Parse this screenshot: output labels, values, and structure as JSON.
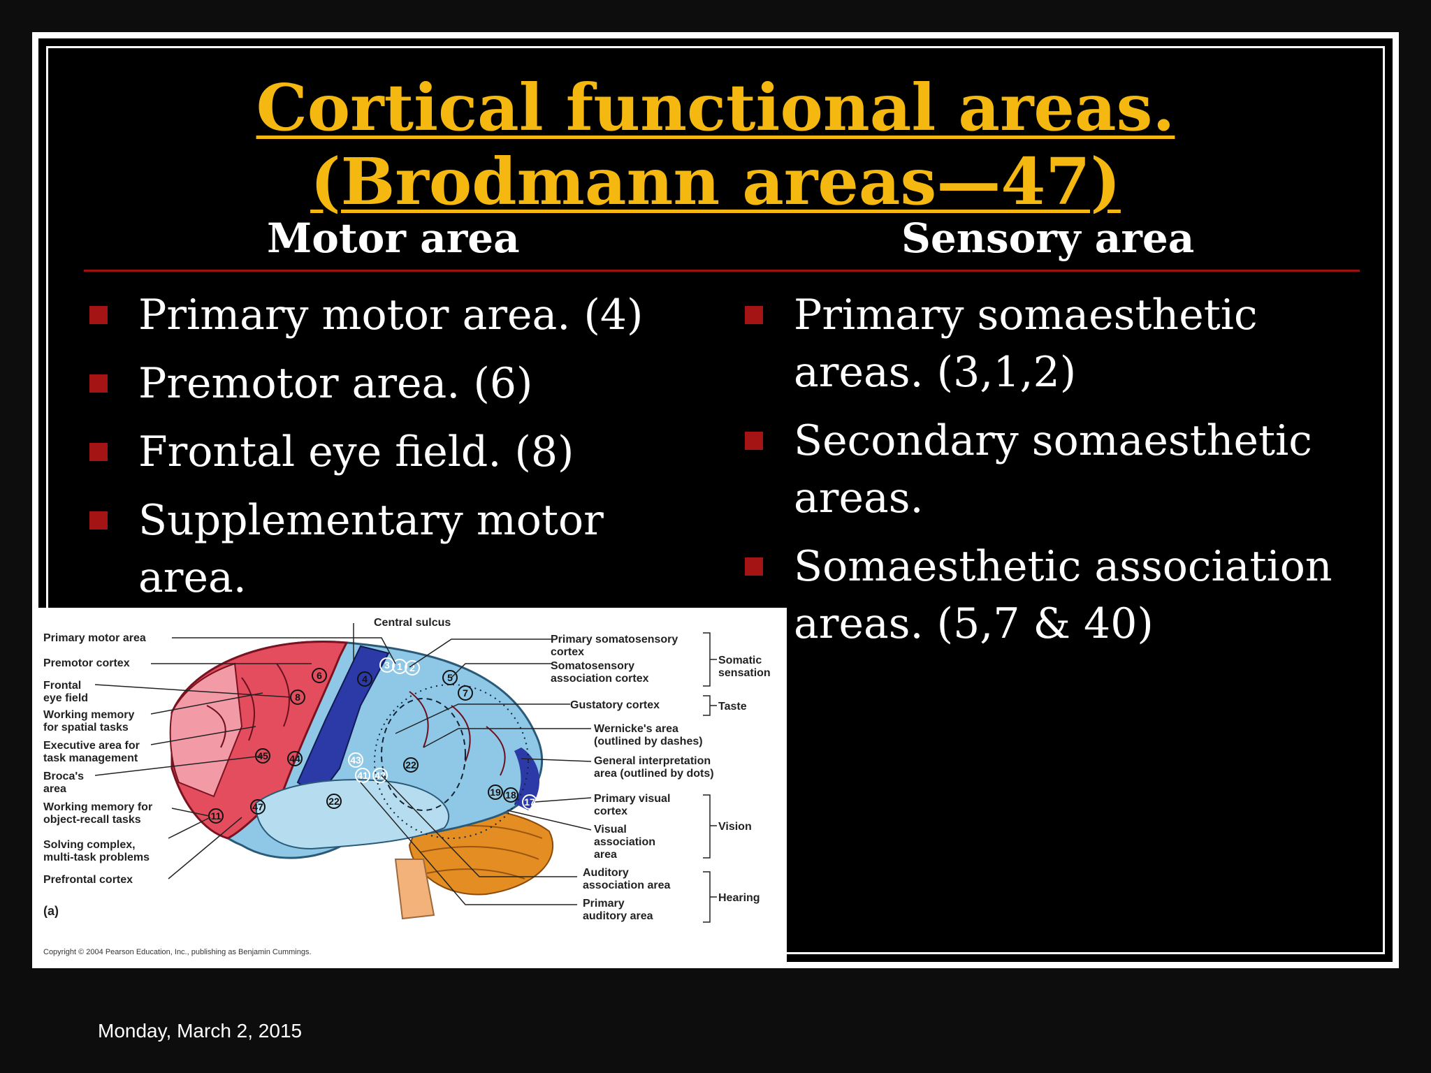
{
  "title": {
    "line1": "Cortical functional areas.",
    "line2": "(Brodmann areas—47)"
  },
  "left_column": {
    "heading": "Motor area",
    "items": [
      {
        "text": "Primary motor area. (4)"
      },
      {
        "text": "Premotor area. (6)"
      },
      {
        "text": "Frontal eye field. (8)"
      },
      {
        "text": "Supplementary motor area."
      }
    ]
  },
  "right_column": {
    "heading": "Sensory area",
    "items": [
      {
        "text": "Primary somaesthetic areas. (3,1,2)"
      },
      {
        "text": "Secondary somaesthetic areas."
      },
      {
        "text": "Somaesthetic association areas. (5,7 & 40)"
      }
    ]
  },
  "figure": {
    "top_label": "Central sulcus",
    "left_labels": [
      "Primary motor area",
      "Premotor cortex",
      "Frontal",
      "eye field",
      "Working memory",
      "for spatial tasks",
      "Executive area for",
      "task management",
      "Broca's",
      "area",
      "Working memory for",
      "object-recall tasks",
      "Solving complex,",
      "multi-task problems",
      "Prefrontal cortex"
    ],
    "right_labels": [
      "Primary somatosensory",
      "cortex",
      "Somatosensory",
      "association cortex",
      "Gustatory cortex",
      "Wernicke's area",
      "(outlined by dashes)",
      "General interpretation",
      "area (outlined by dots)",
      "Primary visual",
      "cortex",
      "Visual",
      "association",
      "area",
      "Auditory",
      "association area",
      "Primary",
      "auditory area"
    ],
    "group_labels": [
      "Somatic",
      "sensation",
      "Taste",
      "Vision",
      "Hearing"
    ],
    "area_numbers": [
      "6",
      "4",
      "8",
      "3",
      "1",
      "2",
      "5",
      "7",
      "45",
      "44",
      "43",
      "41",
      "42",
      "22",
      "22",
      "47",
      "11",
      "19",
      "18",
      "17"
    ],
    "panel_label": "(a)",
    "copyright": "Copyright © 2004 Pearson Education, Inc., publishing as Benjamin Cummings."
  },
  "footer": {
    "date": "Monday, March 2, 2015"
  },
  "colors": {
    "title": "#f5b811",
    "bullet": "#a51414",
    "rule": "#9b1010",
    "background": "#000000"
  }
}
